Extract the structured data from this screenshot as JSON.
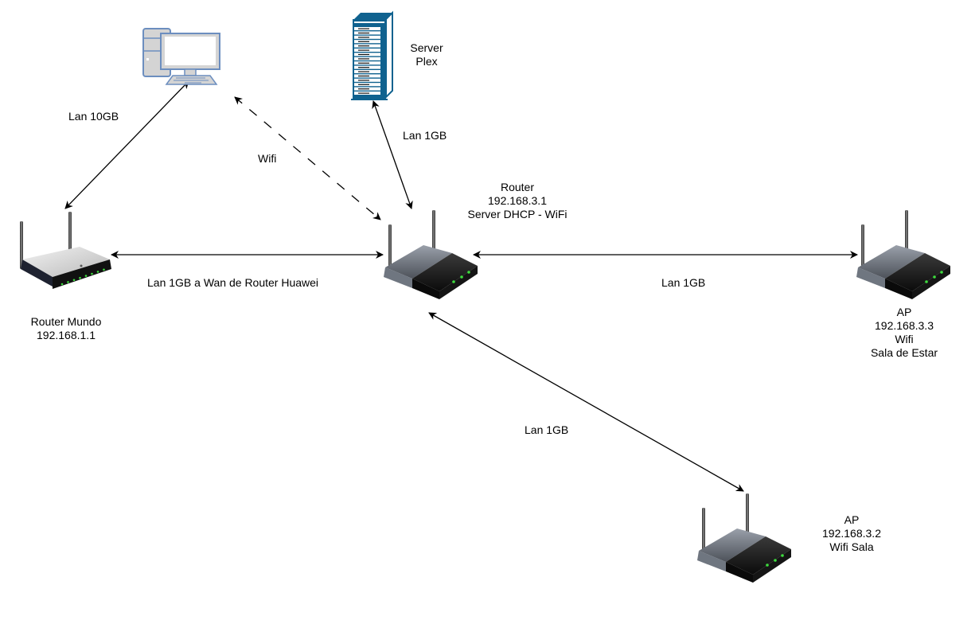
{
  "diagram": {
    "title": "Home network topology",
    "nodes": {
      "pc": {
        "kind": "desktop-computer",
        "lines": []
      },
      "server_plex": {
        "kind": "server-tower",
        "lines": [
          "Server",
          "Plex"
        ]
      },
      "router_mundo": {
        "kind": "wireless-router-white",
        "lines": [
          "Router Mundo",
          "192.168.1.1"
        ]
      },
      "router_main": {
        "kind": "wireless-router-black",
        "lines": [
          "Router",
          "192.168.3.1",
          "Server DHCP - WiFi"
        ]
      },
      "ap_sala_estar": {
        "kind": "wireless-router-black",
        "lines": [
          "AP",
          "192.168.3.3",
          "Wifi",
          "Sala de Estar"
        ]
      },
      "ap_sala": {
        "kind": "wireless-router-black",
        "lines": [
          "AP",
          "192.168.3.2",
          "Wifi Sala"
        ]
      }
    },
    "edges": [
      {
        "id": "pc-router_mundo",
        "from": "pc",
        "to": "router_mundo",
        "label": "Lan 10GB",
        "style": "solid",
        "arrows": "both"
      },
      {
        "id": "pc-router_main",
        "from": "pc",
        "to": "router_main",
        "label": "Wifi",
        "style": "dashed",
        "arrows": "both"
      },
      {
        "id": "server-router_main",
        "from": "server_plex",
        "to": "router_main",
        "label": "Lan 1GB",
        "style": "solid",
        "arrows": "both"
      },
      {
        "id": "router_mundo-router_main",
        "from": "router_mundo",
        "to": "router_main",
        "label": "Lan 1GB a Wan de Router Huawei",
        "style": "solid",
        "arrows": "both"
      },
      {
        "id": "router_main-ap_sala_estar",
        "from": "router_main",
        "to": "ap_sala_estar",
        "label": "Lan 1GB",
        "style": "solid",
        "arrows": "both"
      },
      {
        "id": "router_main-ap_sala",
        "from": "router_main",
        "to": "ap_sala",
        "label": "Lan 1GB",
        "style": "solid",
        "arrows": "both"
      }
    ],
    "colors": {
      "background": "#ffffff",
      "edge": "#000000",
      "pc_fill": "#d4d4d4",
      "pc_stroke": "#6c8ebf",
      "server_blue": "#10628f",
      "led_green": "#3ddc3d"
    }
  }
}
